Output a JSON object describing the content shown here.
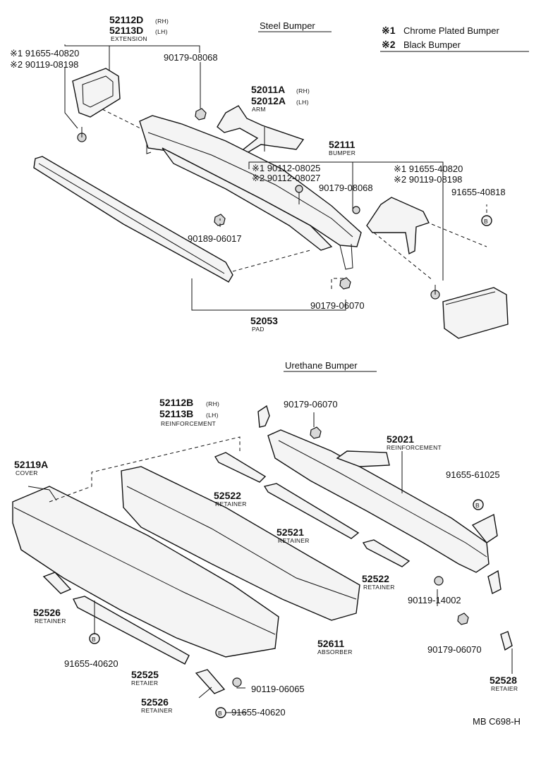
{
  "sections": {
    "steel": "Steel Bumper",
    "urethane": "Urethane Bumper"
  },
  "legend": {
    "mark1": "※1",
    "text1": "Chrome Plated Bumper",
    "mark2": "※2",
    "text2": "Black Bumper"
  },
  "steel_parts": {
    "ext_rh": "52112D",
    "ext_rh_suffix": "(RH)",
    "ext_lh": "52113D",
    "ext_lh_suffix": "(LH)",
    "ext_sub": "EXTENSION",
    "bolt_a1": "※1 91655-40820",
    "bolt_a2": "※2 90119-08198",
    "nut_a": "90179-08068",
    "arm_rh": "52011A",
    "arm_rh_suffix": "(RH)",
    "arm_lh": "52012A",
    "arm_lh_suffix": "(LH)",
    "arm_sub": "ARM",
    "bumper": "52111",
    "bumper_sub": "BUMPER",
    "bolt_b1": "※1 90112-08025",
    "bolt_b2": "※2 90112-08027",
    "nut_b": "90179-08068",
    "bolt_c1": "※1 91655-40820",
    "bolt_c2": "※2 90119-08198",
    "bolt_d": "91655-40818",
    "nut_c": "90189-06017",
    "nut_d": "90179-06070",
    "pad": "52053",
    "pad_sub": "PAD",
    "marker": "B"
  },
  "urethane_parts": {
    "reinf_rh": "52112B",
    "reinf_rh_suffix": "(RH)",
    "reinf_lh": "52113B",
    "reinf_lh_suffix": "(LH)",
    "reinf_sub": "REINFORCEMENT",
    "nut_e": "90179-06070",
    "reinf2": "52021",
    "reinf2_sub": "REINFORCEMENT",
    "cover": "52119A",
    "cover_sub": "COVER",
    "ret_52522a": "52522",
    "ret_52522a_sub": "RETAINER",
    "ret_52521": "52521",
    "ret_52521_sub": "RETAINER",
    "ret_52522b": "52522",
    "ret_52522b_sub": "RETAINER",
    "bolt_e": "91655-61025",
    "bolt_f": "90119-14002",
    "nut_f": "90179-06070",
    "ret_52528": "52528",
    "ret_52528_sub": "RETAIER",
    "ret_52526a": "52526",
    "ret_52526a_sub": "RETAINER",
    "bolt_g": "91655-40620",
    "ret_52525": "52525",
    "ret_52525_sub": "RETAIER",
    "absorber": "52611",
    "absorber_sub": "ABSORBER",
    "bolt_h": "90119-06065",
    "ret_52526b": "52526",
    "ret_52526b_sub": "RETAINER",
    "bolt_i": "91655-40620",
    "marker": "B"
  },
  "catalog_code": "MB C698-H"
}
